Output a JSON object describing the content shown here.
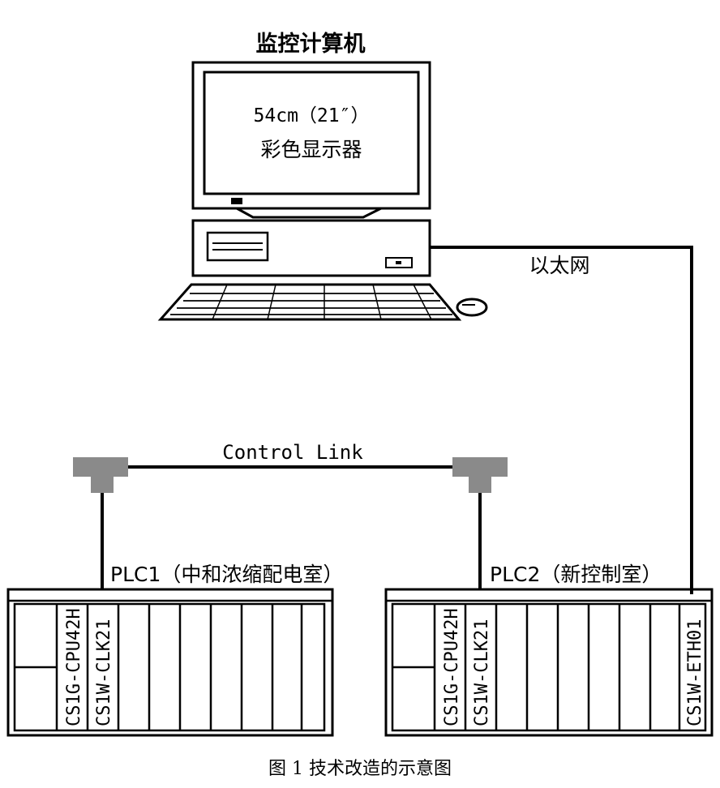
{
  "computer": {
    "title": "监控计算机",
    "monitor_size": "54cm（21″）",
    "monitor_type": "彩色显示器"
  },
  "network": {
    "ethernet_label": "以太网",
    "control_link_label": "Control Link"
  },
  "plc1": {
    "label": "PLC1（中和浓缩配电室）",
    "modules": [
      "CS1G-CPU42H",
      "CS1W-CLK21"
    ]
  },
  "plc2": {
    "label": "PLC2（新控制室）",
    "modules": [
      "CS1G-CPU42H",
      "CS1W-CLK21",
      "CS1W-ETH01"
    ]
  },
  "caption": "图 1 技术改造的示意图",
  "colors": {
    "line": "#000000",
    "connector": "#8a8a8a",
    "background": "#ffffff"
  }
}
